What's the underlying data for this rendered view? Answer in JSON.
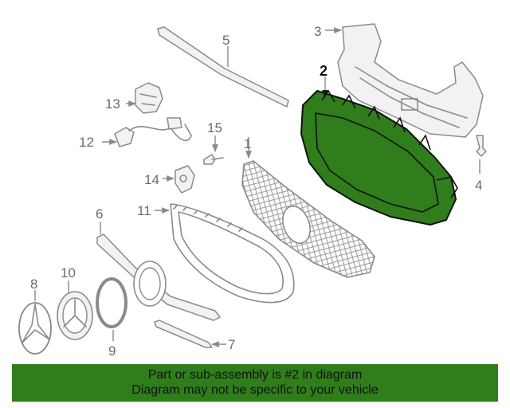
{
  "diagram": {
    "labels": {
      "p1": "1",
      "p2": "2",
      "p3": "3",
      "p4": "4",
      "p5": "5",
      "p6": "6",
      "p7": "7",
      "p8": "8",
      "p9": "9",
      "p10": "10",
      "p11": "11",
      "p12": "12",
      "p13": "13",
      "p14": "14",
      "p15": "15"
    },
    "highlighted_part": "2",
    "highlight_color": "#2f7d1b"
  },
  "banner": {
    "line1": "Part or sub-assembly is #2 in diagram",
    "line2": "Diagram may not be specific to your vehicle",
    "color": "#2f7d1b"
  }
}
